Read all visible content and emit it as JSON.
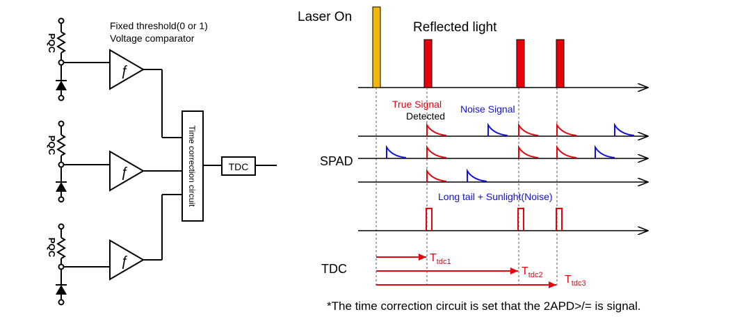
{
  "circuit": {
    "comparator_title_line1": "Fixed threshold(0 or 1)",
    "comparator_title_line2": "Voltage comparator",
    "pqc_label": "PQC",
    "time_correction_label": "Time correction circuit",
    "tdc_box_label": "TDC",
    "comparator_symbol": "ƒ"
  },
  "timing": {
    "laser_label": "Laser On",
    "reflected_label": "Reflected light",
    "true_signal_label": "True Signal",
    "detected_label": "Detected",
    "noise_signal_label": "Noise Signal",
    "spad_label": "SPAD",
    "long_tail_label": "Long tail + Sunlight(Noise)",
    "tdc_label": "TDC",
    "ttdc": [
      {
        "main": "T",
        "sub": "tdc1"
      },
      {
        "main": "T",
        "sub": "tdc2"
      },
      {
        "main": "T",
        "sub": "tdc3"
      }
    ]
  },
  "footnote": "*The time correction circuit is set that the 2APD>/= is signal.",
  "colors": {
    "laser": "#f2b705",
    "reflected": "#e8000b",
    "true_signal": "#e8000b",
    "noise": "#1010e0",
    "line": "#000000"
  }
}
